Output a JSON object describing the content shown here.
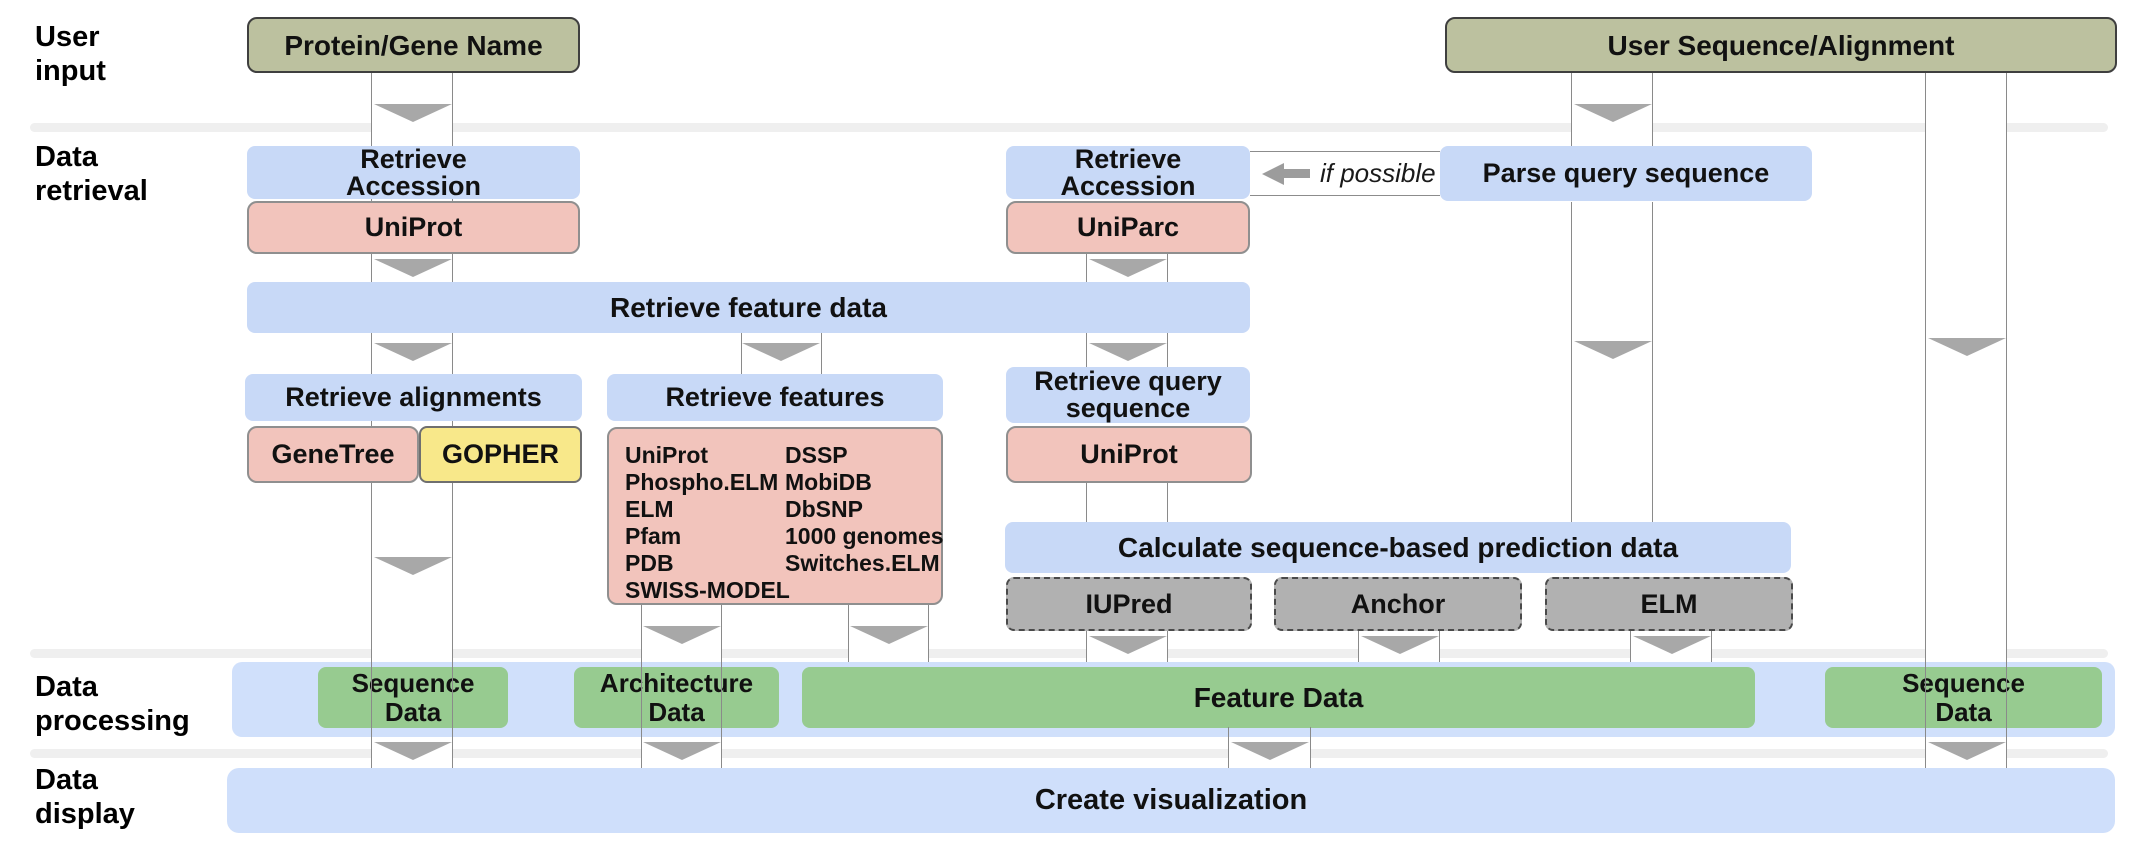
{
  "row_labels": {
    "user_input": {
      "line1": "User",
      "line2": "input"
    },
    "data_retrieval": {
      "line1": "Data",
      "line2": "retrieval"
    },
    "data_processing": {
      "line1": "Data",
      "line2": "processing"
    },
    "data_display": {
      "line1": "Data",
      "line2": "display"
    }
  },
  "nodes": {
    "protein_gene_name": {
      "label": "Protein/Gene Name"
    },
    "user_sequence_alignment": {
      "label": "User Sequence/Alignment"
    },
    "retrieve_accession_left": {
      "line1": "Retrieve",
      "line2": "Accession"
    },
    "uniprot_left": {
      "label": "UniProt"
    },
    "retrieve_accession_middle": {
      "line1": "Retrieve",
      "line2": "Accession"
    },
    "uniparc": {
      "label": "UniParc"
    },
    "if_possible": {
      "label": "if possible"
    },
    "parse_query_sequence": {
      "label": "Parse query sequence"
    },
    "retrieve_feature_data": {
      "label": "Retrieve feature data"
    },
    "retrieve_alignments": {
      "label": "Retrieve alignments"
    },
    "retrieve_features": {
      "label": "Retrieve features"
    },
    "retrieve_query_sequence": {
      "line1": "Retrieve query",
      "line2": "sequence"
    },
    "genetree": {
      "label": "GeneTree"
    },
    "gopher": {
      "label": "GOPHER"
    },
    "uniprot_right": {
      "label": "UniProt"
    },
    "feature_databases": {
      "col1": [
        "UniProt",
        "Phospho.ELM",
        "ELM",
        "Pfam",
        "PDB",
        "SWISS-MODEL"
      ],
      "col2": [
        "DSSP",
        "MobiDB",
        "DbSNP",
        "1000 genomes",
        "Switches.ELM"
      ]
    },
    "calculate_prediction": {
      "label": "Calculate sequence-based prediction data"
    },
    "iupred": {
      "label": "IUPred"
    },
    "anchor": {
      "label": "Anchor"
    },
    "elm_prediction": {
      "label": "ELM"
    },
    "sequence_data_left": {
      "line1": "Sequence",
      "line2": "Data"
    },
    "architecture_data": {
      "line1": "Architecture",
      "line2": "Data"
    },
    "feature_data": {
      "label": "Feature Data"
    },
    "sequence_data_right": {
      "line1": "Sequence",
      "line2": "Data"
    },
    "create_visualization": {
      "label": "Create visualization"
    }
  },
  "colors": {
    "user_input_box": "#bcc19f",
    "process_box_blue": "#c8d9f7",
    "database_box_pink": "#f2c4bc",
    "gopher_box_yellow": "#f8e88a",
    "prediction_box_gray": "#b1b1b1",
    "data_box_green": "#97cb90",
    "processing_band_blue": "#d0e0fb",
    "display_box_blue": "#cfdffb",
    "divider_gray": "#efefef",
    "connector_line": "#8a8a8a",
    "arrow_gray": "#a8a8a8"
  }
}
